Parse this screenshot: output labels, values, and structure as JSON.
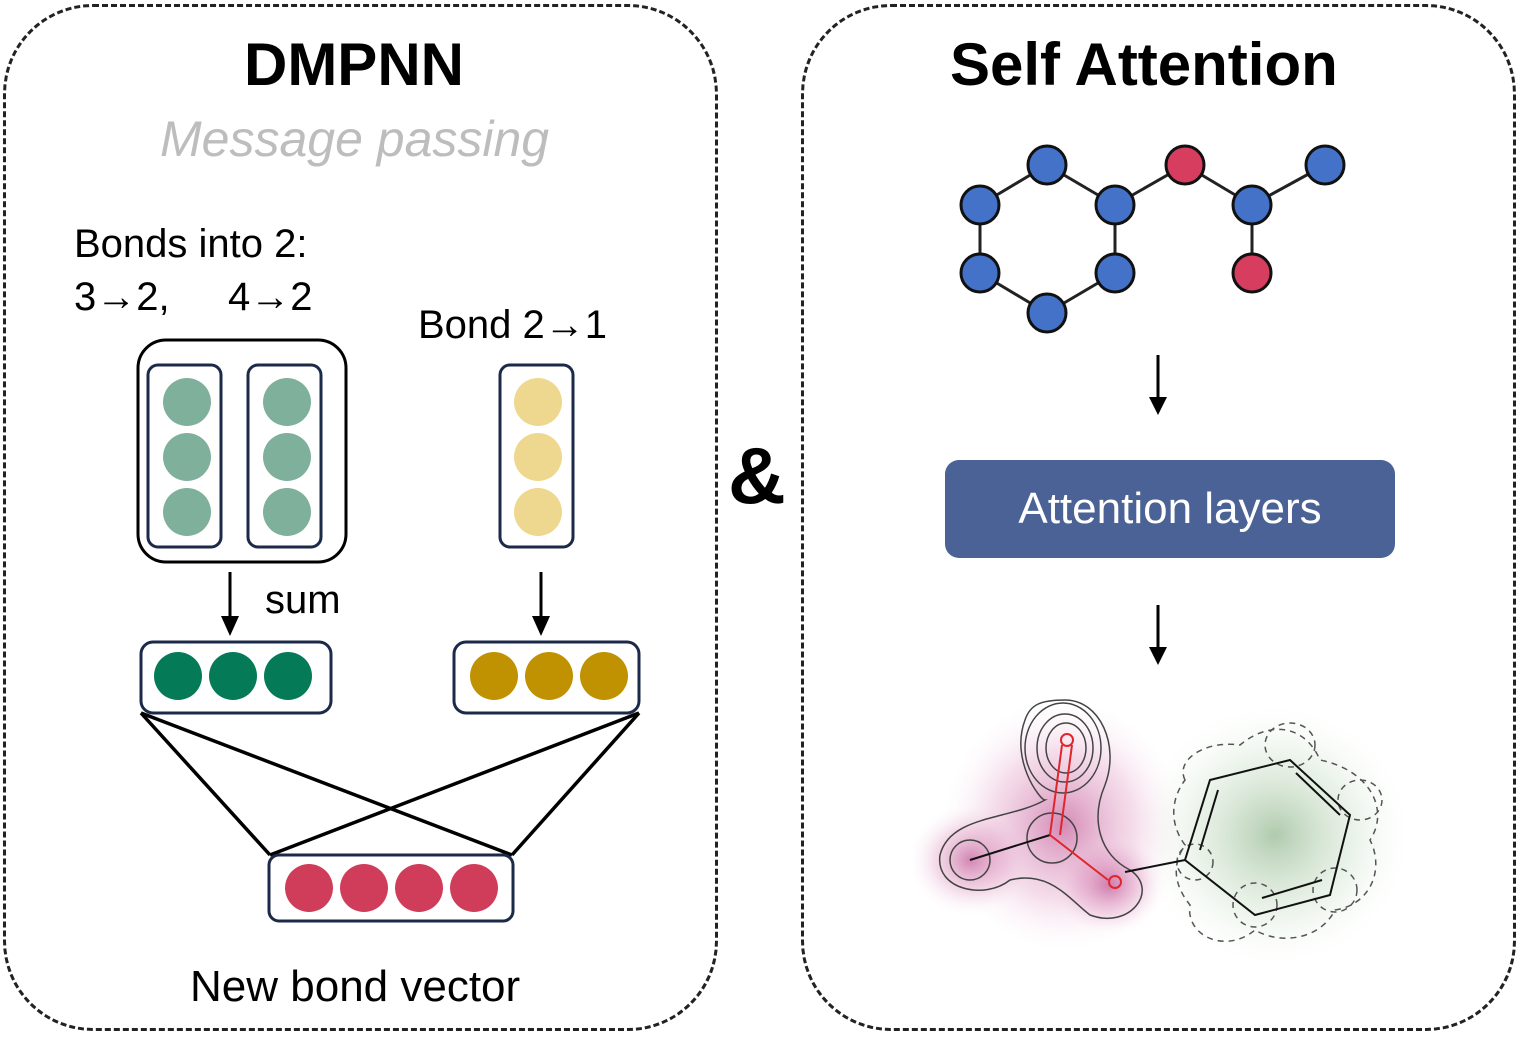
{
  "left": {
    "title": "DMPNN",
    "subtitle": "Message passing",
    "bonds_into_line1": "Bonds into 2:",
    "bonds_into_a": "3→2,",
    "bonds_into_b": "4→2",
    "bond_out": "Bond 2→1",
    "sum_label": "sum",
    "new_bond_label": "New bond vector"
  },
  "ampersand": "&",
  "right": {
    "title": "Self Attention",
    "attention_label": "Attention layers"
  },
  "colors": {
    "teal_light": "#7fb09c",
    "teal_dark": "#047a56",
    "yellow_light": "#eed78e",
    "yellow_dark": "#c09202",
    "red": "#cf3d5b",
    "atom_blue": "#4472c8",
    "atom_red": "#d63d5e",
    "box_border": "#1c2a4a",
    "attention_box": "#4a6296"
  }
}
